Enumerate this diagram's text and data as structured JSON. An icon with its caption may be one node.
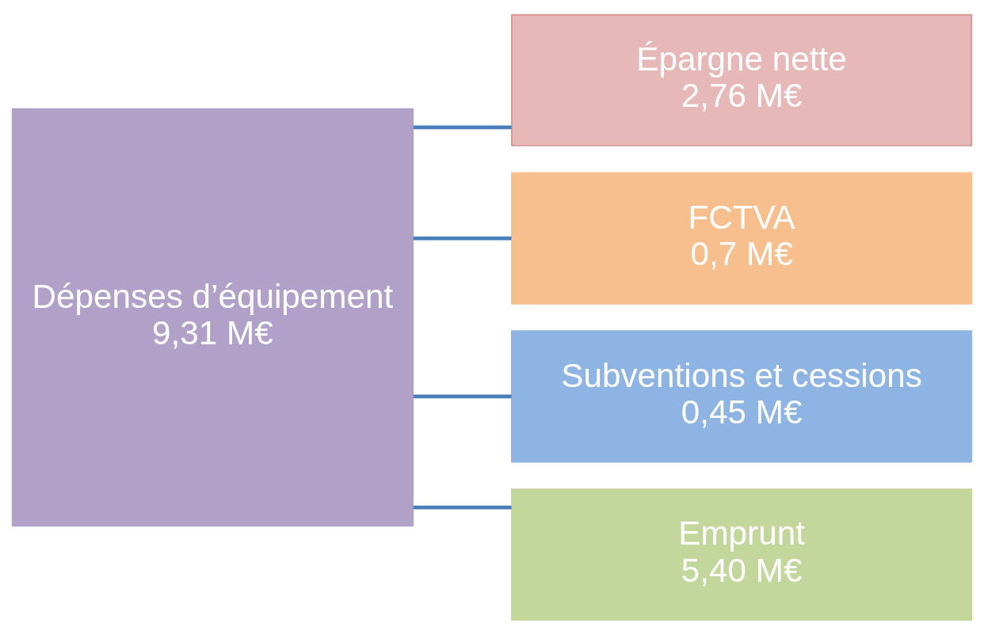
{
  "diagram": {
    "nodes": [
      {
        "text": [
          "Dépenses d’équipement",
          "9,31 M€"
        ]
      },
      {
        "text": [
          "Épargne nette",
          "2,76 M€"
        ]
      },
      {
        "text": [
          "FCTVA",
          "0,7 M€"
        ]
      },
      {
        "text": [
          "Subventions et cessions",
          "0,45 M€"
        ]
      },
      {
        "text": [
          "Emprunt",
          "5,40 M€"
        ]
      }
    ],
    "edges": [
      {
        "from": 0,
        "to": 1,
        "arrow": "none"
      },
      {
        "from": 0,
        "to": 2,
        "arrow": "none"
      },
      {
        "from": 0,
        "to": 3,
        "arrow": "none"
      },
      {
        "from": 0,
        "to": 4,
        "arrow": "none"
      }
    ]
  }
}
